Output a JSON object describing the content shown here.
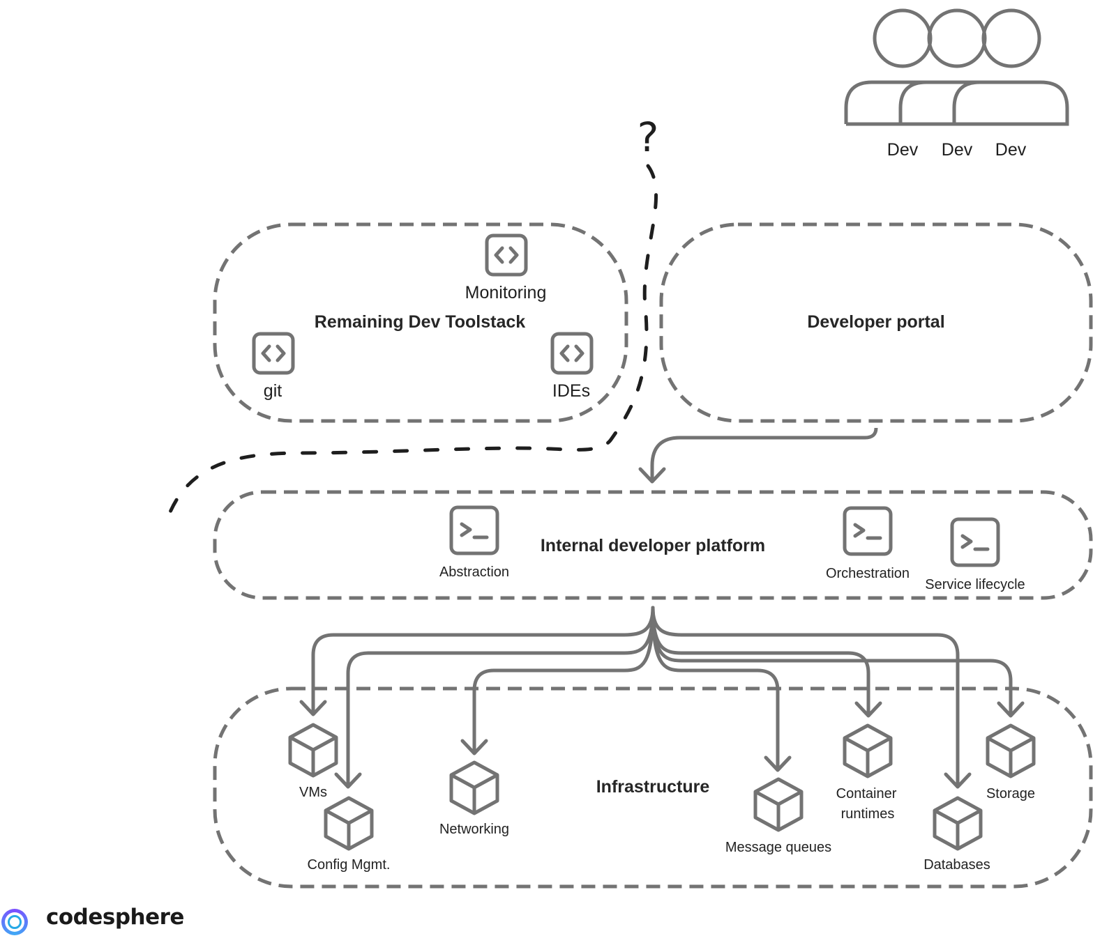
{
  "diagram": {
    "users": [
      "Dev",
      "Dev",
      "Dev"
    ],
    "question_mark": "?",
    "toolstack": {
      "title": "Remaining Dev Toolstack",
      "tools": [
        "Monitoring",
        "git",
        "IDEs"
      ]
    },
    "portal": {
      "title": "Developer portal"
    },
    "platform": {
      "title": "Internal developer platform",
      "components": [
        "Abstraction",
        "Orchestration",
        "Service lifecycle"
      ]
    },
    "infrastructure": {
      "title": "Infrastructure",
      "resources": [
        "VMs",
        "Config Mgmt.",
        "Networking",
        "Message queues",
        "Container",
        "runtimes",
        "Databases",
        "Storage"
      ]
    }
  },
  "brand": {
    "name": "codesphere"
  },
  "colors": {
    "stroke": "#737373",
    "ink": "#1e1e1e",
    "brand_purple": "#7c4dff",
    "brand_blue": "#27a9e6"
  },
  "icons": {
    "tool": "code-brackets-icon",
    "component": "terminal-icon",
    "resource": "cube-icon",
    "user": "person-icon"
  }
}
